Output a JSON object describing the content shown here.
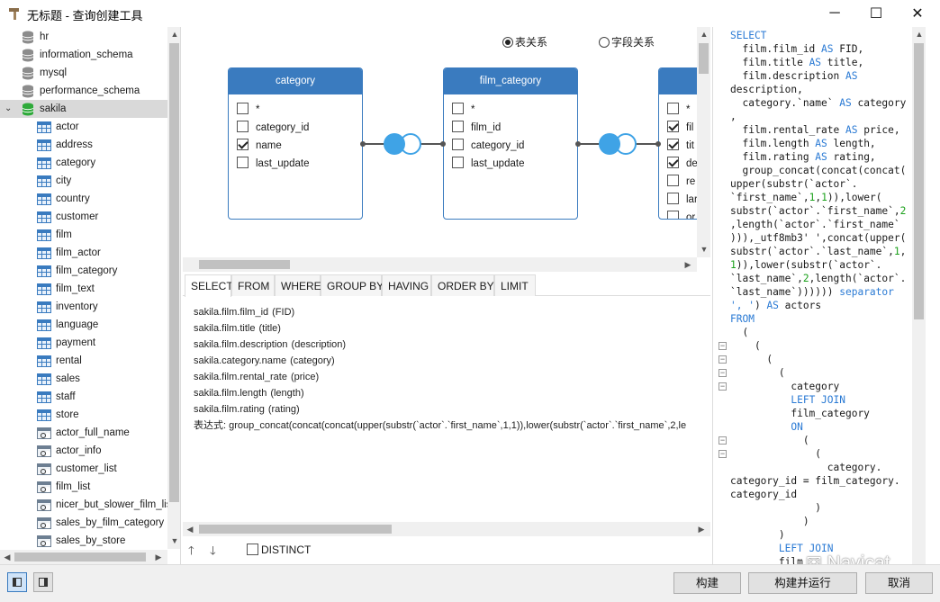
{
  "window": {
    "title": "无标题 - 查询创建工具",
    "minimize_icon": "─",
    "maximize_icon": "☐",
    "close_icon": "✕"
  },
  "tree": {
    "databases": [
      {
        "name": "hr",
        "active": false
      },
      {
        "name": "information_schema",
        "active": false
      },
      {
        "name": "mysql",
        "active": false
      },
      {
        "name": "performance_schema",
        "active": false
      },
      {
        "name": "sakila",
        "active": true
      }
    ],
    "objects": [
      {
        "name": "actor",
        "kind": "table"
      },
      {
        "name": "address",
        "kind": "table"
      },
      {
        "name": "category",
        "kind": "table"
      },
      {
        "name": "city",
        "kind": "table"
      },
      {
        "name": "country",
        "kind": "table"
      },
      {
        "name": "customer",
        "kind": "table"
      },
      {
        "name": "film",
        "kind": "table"
      },
      {
        "name": "film_actor",
        "kind": "table"
      },
      {
        "name": "film_category",
        "kind": "table"
      },
      {
        "name": "film_text",
        "kind": "table"
      },
      {
        "name": "inventory",
        "kind": "table"
      },
      {
        "name": "language",
        "kind": "table"
      },
      {
        "name": "payment",
        "kind": "table"
      },
      {
        "name": "rental",
        "kind": "table"
      },
      {
        "name": "sales",
        "kind": "table"
      },
      {
        "name": "staff",
        "kind": "table"
      },
      {
        "name": "store",
        "kind": "table"
      },
      {
        "name": "actor_full_name",
        "kind": "view"
      },
      {
        "name": "actor_info",
        "kind": "view"
      },
      {
        "name": "customer_list",
        "kind": "view"
      },
      {
        "name": "film_list",
        "kind": "view"
      },
      {
        "name": "nicer_but_slower_film_list",
        "kind": "view"
      },
      {
        "name": "sales_by_film_category",
        "kind": "view"
      },
      {
        "name": "sales_by_store",
        "kind": "view"
      }
    ]
  },
  "diagram": {
    "radio_table": "表关系",
    "radio_field": "字段关系",
    "radio_selected": "table",
    "entities": [
      {
        "title": "category",
        "fields": [
          {
            "name": "*",
            "checked": false
          },
          {
            "name": "category_id",
            "checked": false
          },
          {
            "name": "name",
            "checked": true
          },
          {
            "name": "last_update",
            "checked": false
          }
        ]
      },
      {
        "title": "film_category",
        "fields": [
          {
            "name": "*",
            "checked": false
          },
          {
            "name": "film_id",
            "checked": false
          },
          {
            "name": "category_id",
            "checked": false
          },
          {
            "name": "last_update",
            "checked": false
          }
        ]
      },
      {
        "title": "",
        "fields": [
          {
            "name": "*",
            "checked": false
          },
          {
            "name": "fil",
            "checked": true
          },
          {
            "name": "tit",
            "checked": true
          },
          {
            "name": "de",
            "checked": true
          },
          {
            "name": "re",
            "checked": false
          },
          {
            "name": "lar",
            "checked": false
          },
          {
            "name": "or",
            "checked": false
          }
        ]
      }
    ]
  },
  "clause_tabs": [
    "SELECT",
    "FROM",
    "WHERE",
    "GROUP BY",
    "HAVING",
    "ORDER BY",
    "LIMIT"
  ],
  "active_tab": "SELECT",
  "select_fields": [
    {
      "expr": "sakila.film.film_id",
      "alias": "(FID)"
    },
    {
      "expr": "sakila.film.title",
      "alias": "(title)"
    },
    {
      "expr": "sakila.film.description",
      "alias": "(description)"
    },
    {
      "expr": "sakila.category.name",
      "alias": "(category)"
    },
    {
      "expr": "sakila.film.rental_rate",
      "alias": "(price)"
    },
    {
      "expr": "sakila.film.length",
      "alias": "(length)"
    },
    {
      "expr": "sakila.film.rating",
      "alias": "(rating)"
    },
    {
      "expr": "表达式:  group_concat(concat(concat(upper(substr(`actor`.`first_name`,1,1)),lower(substr(`actor`.`first_name`,2,le",
      "alias": ""
    }
  ],
  "distinct_label": "DISTINCT",
  "buttons": {
    "build": "构建",
    "build_run": "构建并运行",
    "cancel": "取消"
  },
  "watermark": "Navicat",
  "sql_lines": [
    [
      {
        "t": "SELECT",
        "c": "kw"
      }
    ],
    [
      {
        "t": "  film.film_id "
      },
      {
        "t": "AS",
        "c": "kw"
      },
      {
        "t": " FID,"
      }
    ],
    [
      {
        "t": "  film.title "
      },
      {
        "t": "AS",
        "c": "kw"
      },
      {
        "t": " title,"
      }
    ],
    [
      {
        "t": "  film.description "
      },
      {
        "t": "AS",
        "c": "kw"
      }
    ],
    [
      {
        "t": "description,"
      }
    ],
    [
      {
        "t": "  category.`name` "
      },
      {
        "t": "AS",
        "c": "kw"
      },
      {
        "t": " category"
      }
    ],
    [
      {
        "t": ","
      }
    ],
    [
      {
        "t": "  film.rental_rate "
      },
      {
        "t": "AS",
        "c": "kw"
      },
      {
        "t": " price,"
      }
    ],
    [
      {
        "t": "  film.length "
      },
      {
        "t": "AS",
        "c": "kw"
      },
      {
        "t": " length,"
      }
    ],
    [
      {
        "t": "  film.rating "
      },
      {
        "t": "AS",
        "c": "kw"
      },
      {
        "t": " rating,"
      }
    ],
    [
      {
        "t": "  group_concat(concat(concat("
      }
    ],
    [
      {
        "t": "upper(substr(`actor`."
      }
    ],
    [
      {
        "t": "`first_name`,"
      },
      {
        "t": "1",
        "c": "st"
      },
      {
        "t": ","
      },
      {
        "t": "1",
        "c": "st"
      },
      {
        "t": ")),lower("
      }
    ],
    [
      {
        "t": "substr(`actor`.`first_name`,"
      },
      {
        "t": "2",
        "c": "st"
      }
    ],
    [
      {
        "t": ",length(`actor`.`first_name`"
      }
    ],
    [
      {
        "t": "))),_utf8mb3' ',concat(upper("
      }
    ],
    [
      {
        "t": "substr(`actor`.`last_name`,"
      },
      {
        "t": "1",
        "c": "st"
      },
      {
        "t": ","
      }
    ],
    [
      {
        "t": "1",
        "c": "st"
      },
      {
        "t": ")),lower(substr(`actor`."
      }
    ],
    [
      {
        "t": "`last_name`,"
      },
      {
        "t": "2",
        "c": "st"
      },
      {
        "t": ",length(`actor`."
      }
    ],
    [
      {
        "t": "`last_name`)))))) "
      },
      {
        "t": "separator",
        "c": "kw"
      }
    ],
    [
      {
        "t": "', '",
        "c": "kw"
      },
      {
        "t": ") "
      },
      {
        "t": "AS",
        "c": "kw"
      },
      {
        "t": " actors"
      }
    ],
    [
      {
        "t": "FROM",
        "c": "kw"
      }
    ],
    [
      {
        "t": "  ("
      }
    ],
    [
      {
        "t": "    ("
      }
    ],
    [
      {
        "t": "      ("
      }
    ],
    [
      {
        "t": "        ("
      }
    ],
    [
      {
        "t": "          category"
      }
    ],
    [
      {
        "t": "          "
      },
      {
        "t": "LEFT JOIN",
        "c": "kw"
      }
    ],
    [
      {
        "t": "          film_category"
      }
    ],
    [
      {
        "t": "          "
      },
      {
        "t": "ON",
        "c": "kw"
      }
    ],
    [
      {
        "t": "            ("
      }
    ],
    [
      {
        "t": "              ("
      }
    ],
    [
      {
        "t": "                category."
      }
    ],
    [
      {
        "t": "category_id = film_category."
      }
    ],
    [
      {
        "t": "category_id"
      }
    ],
    [
      {
        "t": "              )"
      }
    ],
    [
      {
        "t": "            )"
      }
    ],
    [
      {
        "t": "        )"
      }
    ],
    [
      {
        "t": "        "
      },
      {
        "t": "LEFT JOIN",
        "c": "kw"
      }
    ],
    [
      {
        "t": "        film"
      }
    ]
  ]
}
